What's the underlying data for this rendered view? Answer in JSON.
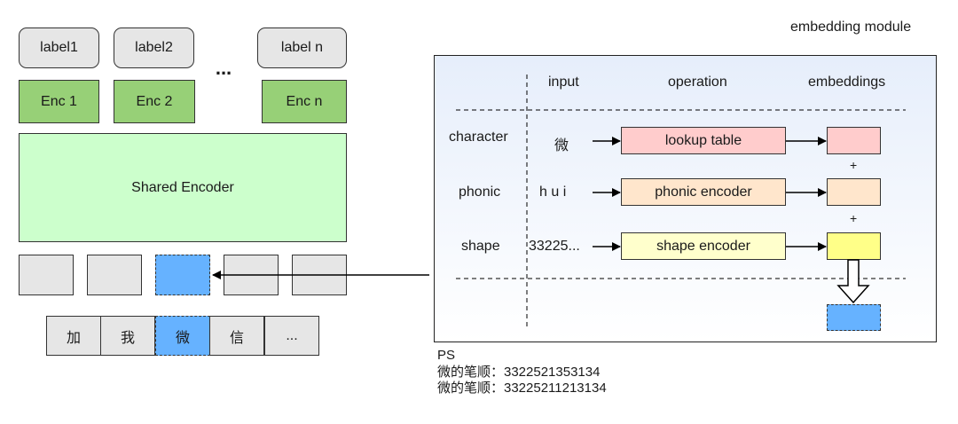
{
  "labels": [
    "label1",
    "label2",
    "label n"
  ],
  "ellipsis_top": "...",
  "encoders": [
    "Enc 1",
    "Enc 2",
    "Enc n"
  ],
  "shared_encoder": "Shared Encoder",
  "tokens": [
    "加",
    "我",
    "微",
    "信",
    "..."
  ],
  "module": {
    "title": "embedding module",
    "headers": {
      "input": "input",
      "operation": "operation",
      "embeddings": "embeddings"
    },
    "rows": [
      {
        "name": "character",
        "input": "微",
        "operation": "lookup table"
      },
      {
        "name": "phonic",
        "input": "h u i",
        "operation": "phonic encoder"
      },
      {
        "name": "shape",
        "input": "33225...",
        "operation": "shape encoder"
      }
    ],
    "plus": "+"
  },
  "ps": {
    "title": "PS",
    "lines": [
      "微的笔顺：3322521353134",
      "微的笔顺：33225211213134"
    ]
  },
  "colors": {
    "label_fill": "#e6e6e6",
    "encoder_fill": "#97d077",
    "shared_fill": "#ccffcc",
    "highlight": "#66b2ff",
    "lookup_fill": "#ffcccc",
    "phonic_fill": "#ffe6cc",
    "shape_fill": "#ffffcc"
  }
}
